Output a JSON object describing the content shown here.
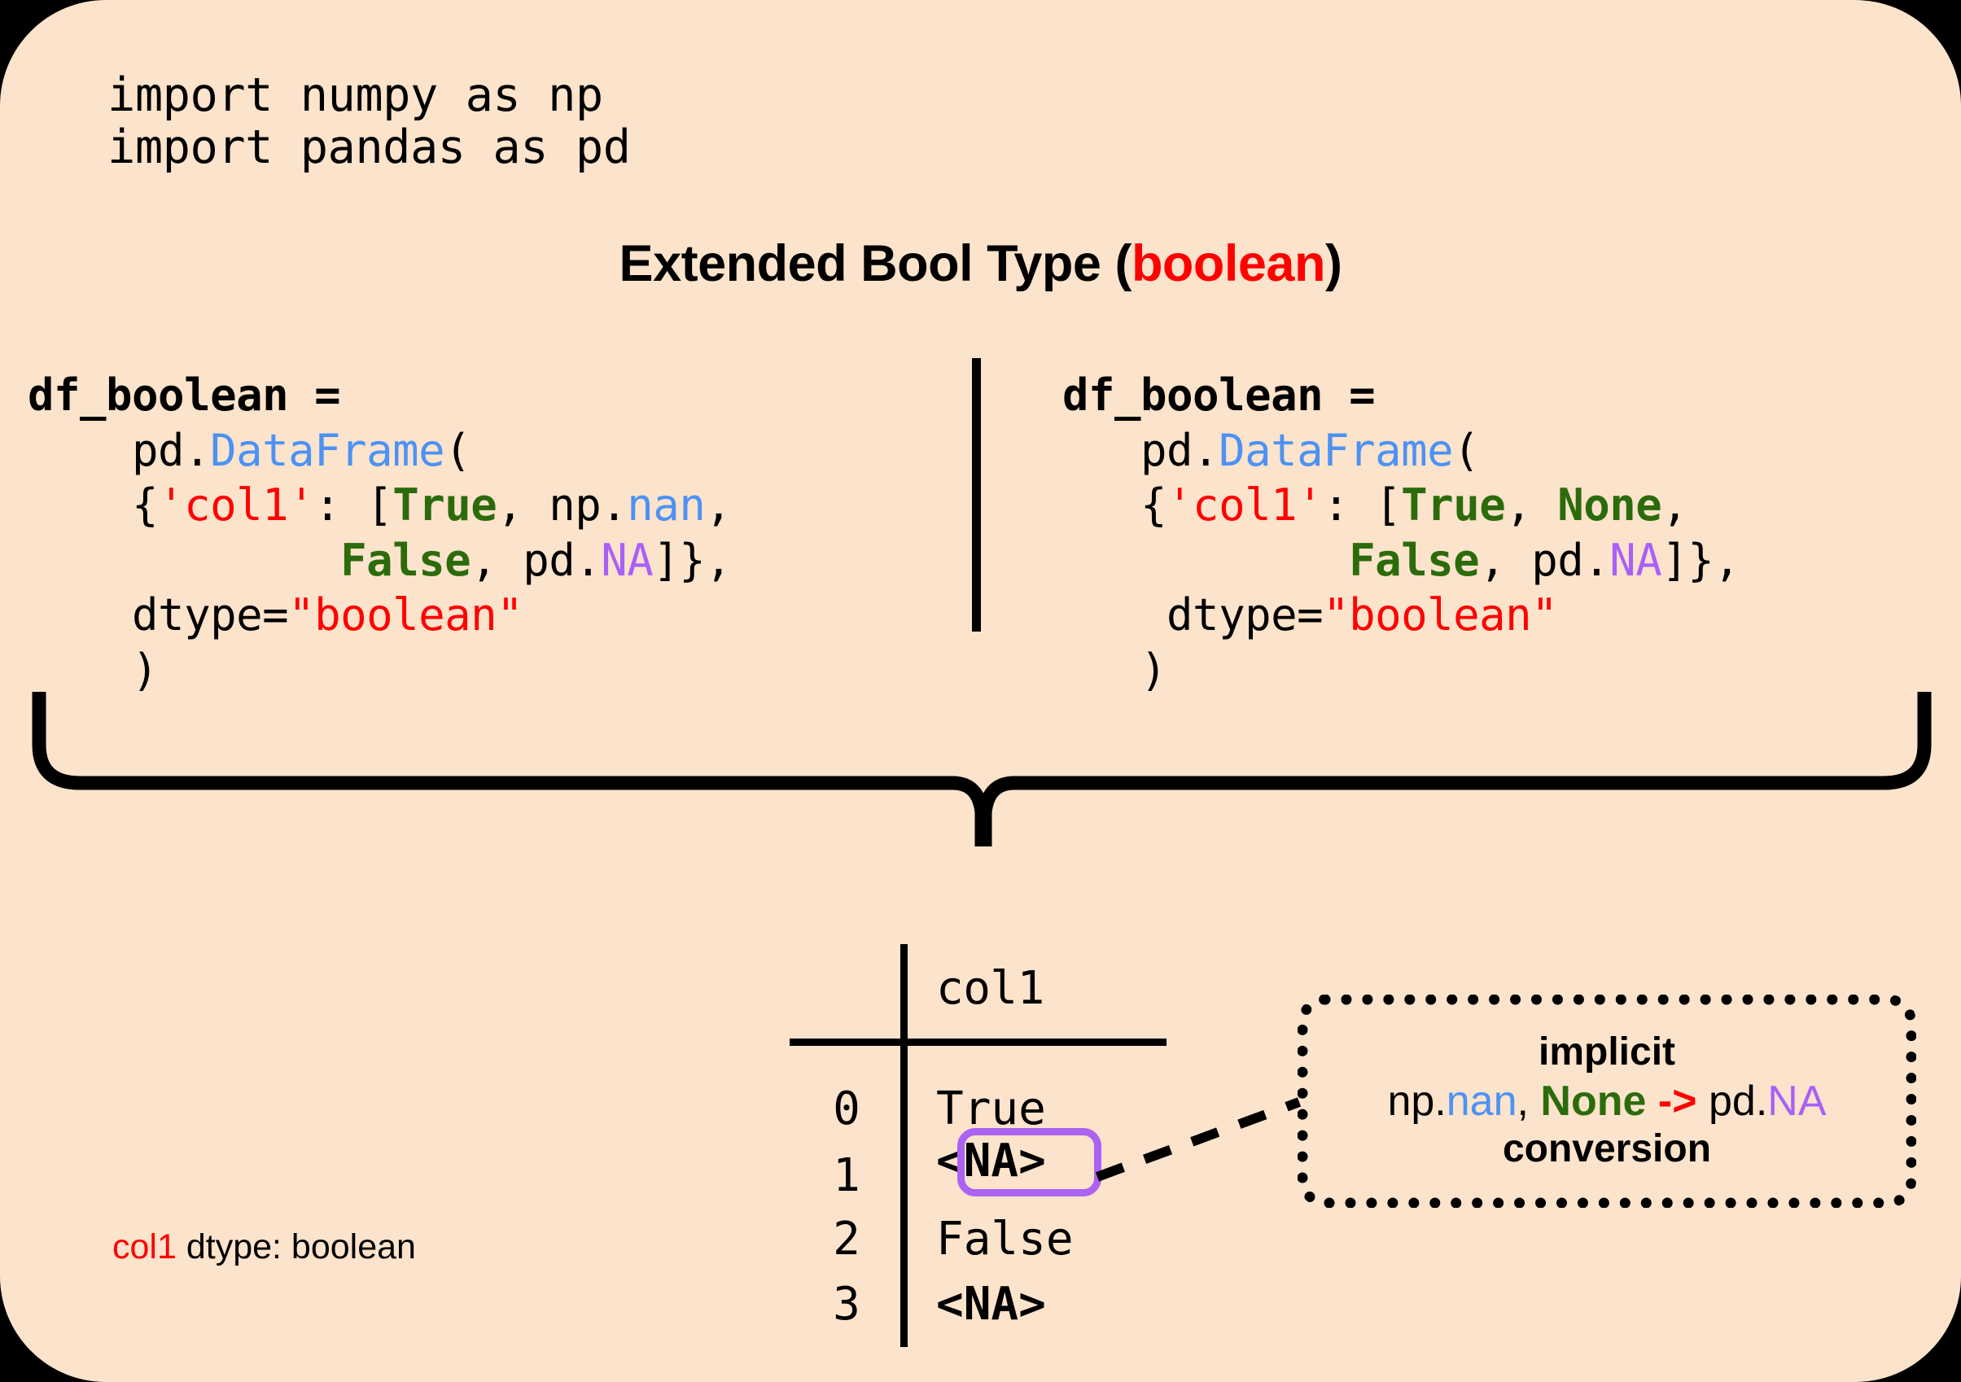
{
  "card": {
    "background_color": "#FCE3CB",
    "page_background_color": "#000000"
  },
  "palette": {
    "red": "#FF0000",
    "blue": "#4C92F5",
    "green": "#2C6B0C",
    "purple": "#A860F8",
    "highlight_box_purple": "#AC62F2",
    "black": "#000000"
  },
  "imports": {
    "line1": "import numpy as np",
    "line2": "import pandas as pd"
  },
  "title": {
    "prefix": "Extended Bool Type (",
    "keyword": "boolean",
    "suffix": ")"
  },
  "code_left": {
    "l1_var": "df_boolean",
    "l1_eq": " =",
    "l2_pd": "    pd.",
    "l2_ctor": "DataFrame",
    "l2_paren": "(",
    "l3_open": "    {",
    "l3_key": "'col1'",
    "l3_colon": ": [",
    "l3_true": "True",
    "l3_comma": ", np.",
    "l3_nan": "nan",
    "l3_end": ",",
    "l4_indent": "            ",
    "l4_false": "False",
    "l4_mid": ", pd.",
    "l4_na": "NA",
    "l4_end": "]},",
    "l5_dtype": "    dtype=",
    "l5_val": "\"boolean\"",
    "l6_close": "    )"
  },
  "code_right": {
    "l1_var": "df_boolean",
    "l1_eq": " =",
    "l2_pd": "   pd.",
    "l2_ctor": "DataFrame",
    "l2_paren": "(",
    "l3_open": "   {",
    "l3_key": "'col1'",
    "l3_colon": ": [",
    "l3_true": "True",
    "l3_comma": ", ",
    "l3_none": "None",
    "l3_end": ",",
    "l4_indent": "           ",
    "l4_false": "False",
    "l4_mid": ", pd.",
    "l4_na": "NA",
    "l4_end": "]},",
    "l5_dtype": "    dtype=",
    "l5_val": "\"boolean\"",
    "l6_close": "   )"
  },
  "output_table": {
    "column_header": "col1",
    "index": [
      "0",
      "1",
      "2",
      "3"
    ],
    "values": [
      "True",
      "<NA>",
      "False",
      "<NA>"
    ],
    "highlighted_row_index": "1",
    "highlighted_value": "<NA>"
  },
  "callout": {
    "line1": "implicit",
    "line2_np": "np.",
    "line2_nan": "nan",
    "line2_sep": ", ",
    "line2_none": "None",
    "line2_arrow": " -> ",
    "line2_pd": "pd.",
    "line2_na": "NA",
    "line3": "conversion"
  },
  "footer": {
    "column": "col1",
    "text": " dtype: boolean"
  }
}
